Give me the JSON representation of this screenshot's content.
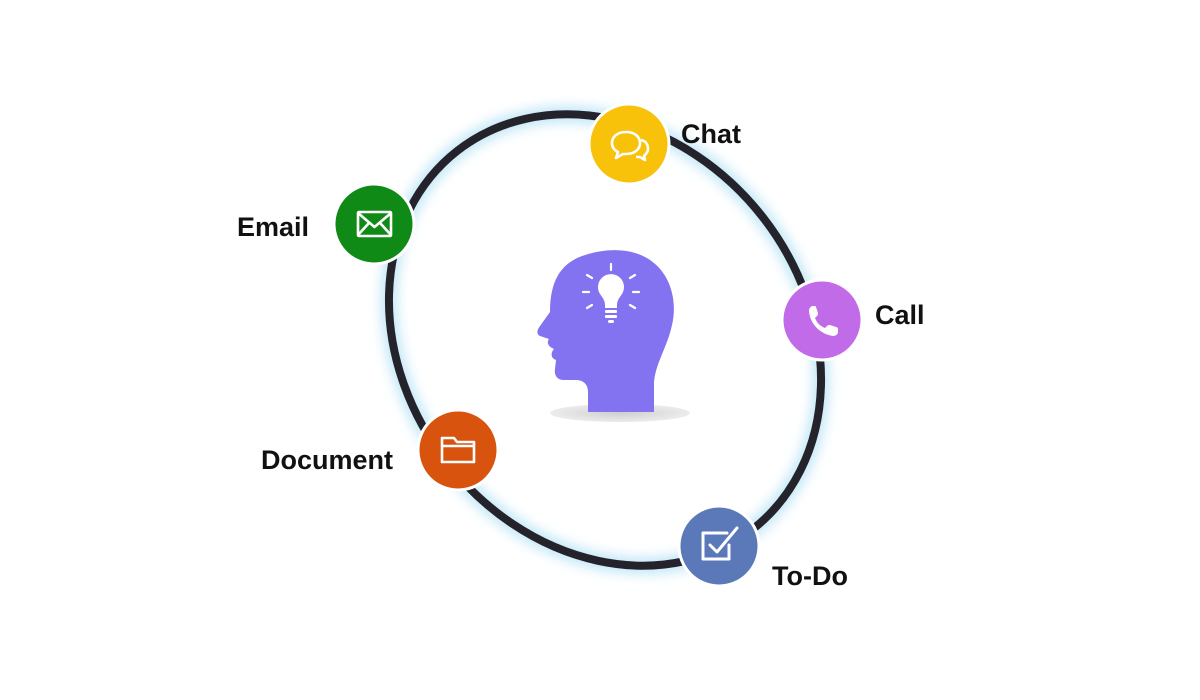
{
  "diagram": {
    "center": {
      "icon": "head-with-lightbulb-icon",
      "head_color": "#8473f0",
      "bulb_color": "#ffffff",
      "shadow_color": "#dddddd"
    },
    "ring": {
      "stroke_color": "#24232b",
      "glow_color": "#bfe6f7"
    },
    "nodes": [
      {
        "id": "chat",
        "label": "Chat",
        "icon": "chat-bubbles-icon",
        "color": "#f8c10a"
      },
      {
        "id": "call",
        "label": "Call",
        "icon": "phone-icon",
        "color": "#c26be8"
      },
      {
        "id": "email",
        "label": "Email",
        "icon": "envelope-icon",
        "color": "#108a16"
      },
      {
        "id": "document",
        "label": "Document",
        "icon": "folder-icon",
        "color": "#d8530e"
      },
      {
        "id": "todo",
        "label": "To-Do",
        "icon": "checkbox-icon",
        "color": "#5b79b8"
      }
    ]
  }
}
